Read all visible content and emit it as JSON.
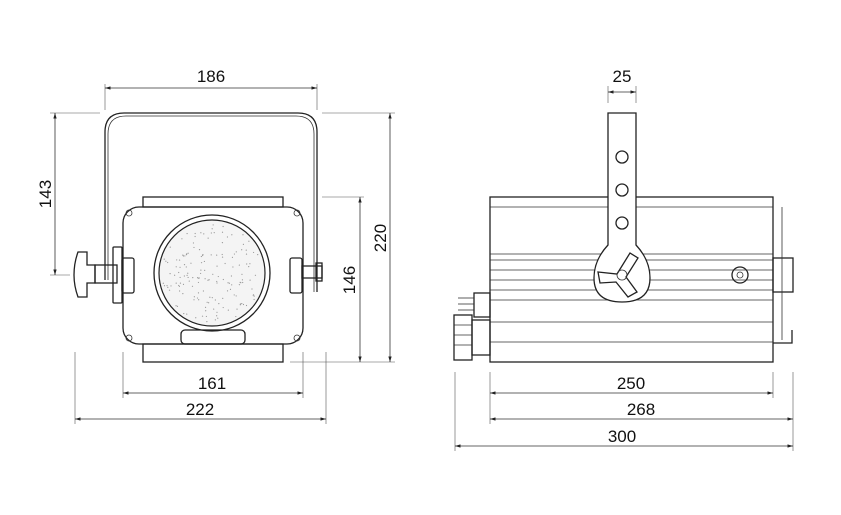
{
  "front_view": {
    "width_bracket": "186",
    "height_yoke_axis": "143",
    "total_height": "220",
    "body_height": "146",
    "body_width": "161",
    "total_width": "222"
  },
  "side_view": {
    "yoke_width": "25",
    "body_length": "250",
    "length_with_back": "268",
    "total_length": "300"
  }
}
